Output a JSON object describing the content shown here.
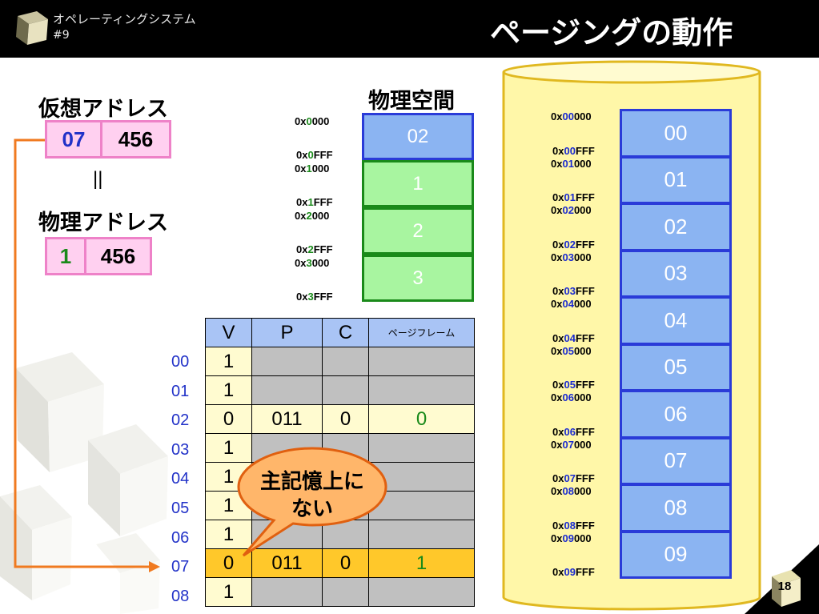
{
  "header": {
    "course": "オペレーティングシステム",
    "lecture": "#9",
    "title": "ページングの動作"
  },
  "virtual_address": {
    "label": "仮想アドレス",
    "page": "07",
    "offset": "456"
  },
  "equals_sign": "||",
  "physical_address": {
    "label": "物理アドレス",
    "frame": "1",
    "offset": "456"
  },
  "physical_space": {
    "title": "物理空間",
    "frames": [
      {
        "label": "02",
        "start": {
          "pre": "0x",
          "hi": "0",
          "post": "000"
        },
        "end": {
          "pre": "0x",
          "hi": "0",
          "post": "FFF"
        }
      },
      {
        "label": "1",
        "start": {
          "pre": "0x",
          "hi": "1",
          "post": "000"
        },
        "end": {
          "pre": "0x",
          "hi": "1",
          "post": "FFF"
        }
      },
      {
        "label": "2",
        "start": {
          "pre": "0x",
          "hi": "2",
          "post": "000"
        },
        "end": {
          "pre": "0x",
          "hi": "2",
          "post": "FFF"
        }
      },
      {
        "label": "3",
        "start": {
          "pre": "0x",
          "hi": "3",
          "post": "000"
        },
        "end": {
          "pre": "0x",
          "hi": "3",
          "post": "FFF"
        }
      }
    ]
  },
  "page_table": {
    "headers": [
      "V",
      "P",
      "C",
      "ページフレーム"
    ],
    "rows": [
      {
        "id": "00",
        "v": "1",
        "p": "",
        "c": "",
        "f": ""
      },
      {
        "id": "01",
        "v": "1",
        "p": "",
        "c": "",
        "f": ""
      },
      {
        "id": "02",
        "v": "0",
        "p": "011",
        "c": "0",
        "f": "0"
      },
      {
        "id": "03",
        "v": "1",
        "p": "",
        "c": "",
        "f": ""
      },
      {
        "id": "04",
        "v": "1",
        "p": "",
        "c": "",
        "f": ""
      },
      {
        "id": "05",
        "v": "1",
        "p": "",
        "c": "",
        "f": ""
      },
      {
        "id": "06",
        "v": "1",
        "p": "",
        "c": "",
        "f": ""
      },
      {
        "id": "07",
        "v": "0",
        "p": "011",
        "c": "0",
        "f": "1"
      },
      {
        "id": "08",
        "v": "1",
        "p": "",
        "c": "",
        "f": ""
      }
    ]
  },
  "callout": {
    "line1": "主記憶上に",
    "line2": "ない"
  },
  "disk": {
    "pages": [
      {
        "label": "00",
        "start": {
          "pre": "0x",
          "hi": "00",
          "post": "000"
        },
        "end": {
          "pre": "0x",
          "hi": "00",
          "post": "FFF"
        }
      },
      {
        "label": "01",
        "start": {
          "pre": "0x",
          "hi": "01",
          "post": "000"
        },
        "end": {
          "pre": "0x",
          "hi": "01",
          "post": "FFF"
        }
      },
      {
        "label": "02",
        "start": {
          "pre": "0x",
          "hi": "02",
          "post": "000"
        },
        "end": {
          "pre": "0x",
          "hi": "02",
          "post": "FFF"
        }
      },
      {
        "label": "03",
        "start": {
          "pre": "0x",
          "hi": "03",
          "post": "000"
        },
        "end": {
          "pre": "0x",
          "hi": "03",
          "post": "FFF"
        }
      },
      {
        "label": "04",
        "start": {
          "pre": "0x",
          "hi": "04",
          "post": "000"
        },
        "end": {
          "pre": "0x",
          "hi": "04",
          "post": "FFF"
        }
      },
      {
        "label": "05",
        "start": {
          "pre": "0x",
          "hi": "05",
          "post": "000"
        },
        "end": {
          "pre": "0x",
          "hi": "05",
          "post": "FFF"
        }
      },
      {
        "label": "06",
        "start": {
          "pre": "0x",
          "hi": "06",
          "post": "000"
        },
        "end": {
          "pre": "0x",
          "hi": "06",
          "post": "FFF"
        }
      },
      {
        "label": "07",
        "start": {
          "pre": "0x",
          "hi": "07",
          "post": "000"
        },
        "end": {
          "pre": "0x",
          "hi": "07",
          "post": "FFF"
        }
      },
      {
        "label": "08",
        "start": {
          "pre": "0x",
          "hi": "08",
          "post": "000"
        },
        "end": {
          "pre": "0x",
          "hi": "08",
          "post": "FFF"
        }
      },
      {
        "label": "09",
        "start": {
          "pre": "0x",
          "hi": "09",
          "post": "000"
        },
        "end": {
          "pre": "0x",
          "hi": "09",
          "post": "FFF"
        }
      }
    ]
  },
  "slide_number": "18",
  "colors": {
    "header_bg": "#000000",
    "frame_border": "#2a3bd8",
    "frame_blue": "#8bb4f2",
    "frame_green": "#a8f5a0",
    "address_pink": "#ffd0f0",
    "disk_yellow": "#fff7a8",
    "table_header": "#a9c4f5",
    "table_invalid": "#c0c0c0",
    "table_valid": "#fffbd0",
    "highlight_row": "#ffc82a",
    "callout_fill": "#ffb66a",
    "arrow": "#f07a20",
    "hex_blue": "#1a2ad0",
    "hex_green": "#1a8a1a"
  },
  "icons": [
    "cube-logo-icon",
    "decorative-cubes-icon",
    "slide-number-cube-icon"
  ]
}
